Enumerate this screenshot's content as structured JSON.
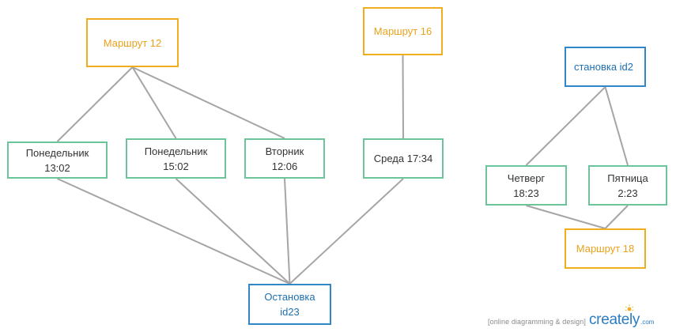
{
  "nodes": {
    "route12": {
      "label": "Маршрут 12",
      "kind": "route"
    },
    "route16": {
      "label": "Маршрут 16",
      "kind": "route"
    },
    "route18": {
      "label": "Маршрут 18",
      "kind": "route"
    },
    "stopid2": {
      "label": "становка id2",
      "kind": "stop"
    },
    "stopid23": {
      "label": "Остановка\nid23",
      "kind": "stop"
    },
    "mon1302": {
      "label": "Понедельник\n13:02",
      "kind": "day"
    },
    "mon1502": {
      "label": "Понедельник\n15:02",
      "kind": "day"
    },
    "tue1206": {
      "label": "Вторник\n12:06",
      "kind": "day"
    },
    "wed1734": {
      "label": "Среда 17:34",
      "kind": "day"
    },
    "thu1823": {
      "label": "Четверг\n18:23",
      "kind": "day"
    },
    "fri0223": {
      "label": "Пятница\n2:23",
      "kind": "day"
    }
  },
  "edges": [
    [
      "route12",
      "mon1302"
    ],
    [
      "route12",
      "mon1502"
    ],
    [
      "route12",
      "tue1206"
    ],
    [
      "route16",
      "wed1734"
    ],
    [
      "mon1302",
      "stopid23"
    ],
    [
      "mon1502",
      "stopid23"
    ],
    [
      "tue1206",
      "stopid23"
    ],
    [
      "wed1734",
      "stopid23"
    ],
    [
      "stopid2",
      "thu1823"
    ],
    [
      "stopid2",
      "fri0223"
    ],
    [
      "thu1823",
      "route18"
    ],
    [
      "fri0223",
      "route18"
    ]
  ],
  "colors": {
    "route": "#f0ad1e",
    "day": "#6cc49a",
    "stop": "#2f86c8",
    "edge": "#a5a5a5"
  },
  "footer": {
    "tagline": "[online diagramming & design]",
    "logo": "creately",
    "suffix": ".com",
    "icon": "lightbulb-icon"
  }
}
